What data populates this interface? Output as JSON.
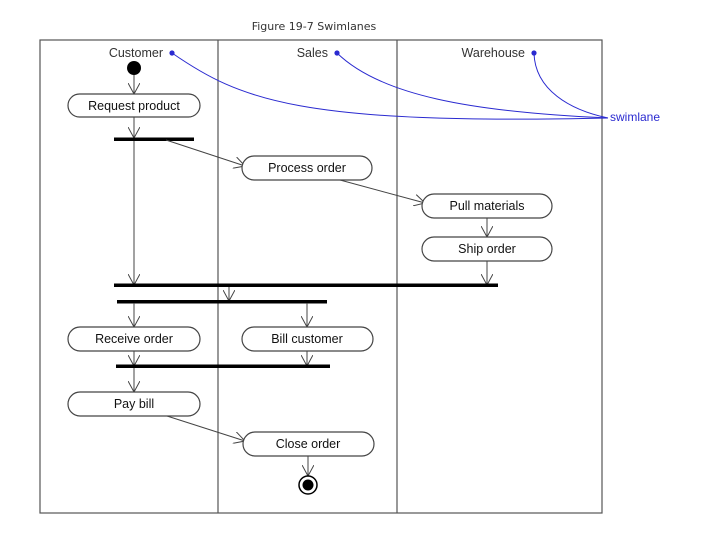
{
  "figure_title": "Figure 19-7 Swimlanes",
  "lanes": [
    {
      "label": "Customer"
    },
    {
      "label": "Sales"
    },
    {
      "label": "Warehouse"
    }
  ],
  "callout": {
    "label": "swimlane",
    "color": "#2a2ad0"
  },
  "activities": {
    "request_product": "Request product",
    "process_order": "Process order",
    "pull_materials": "Pull materials",
    "ship_order": "Ship order",
    "receive_order": "Receive order",
    "bill_customer": "Bill customer",
    "pay_bill": "Pay bill",
    "close_order": "Close order"
  }
}
